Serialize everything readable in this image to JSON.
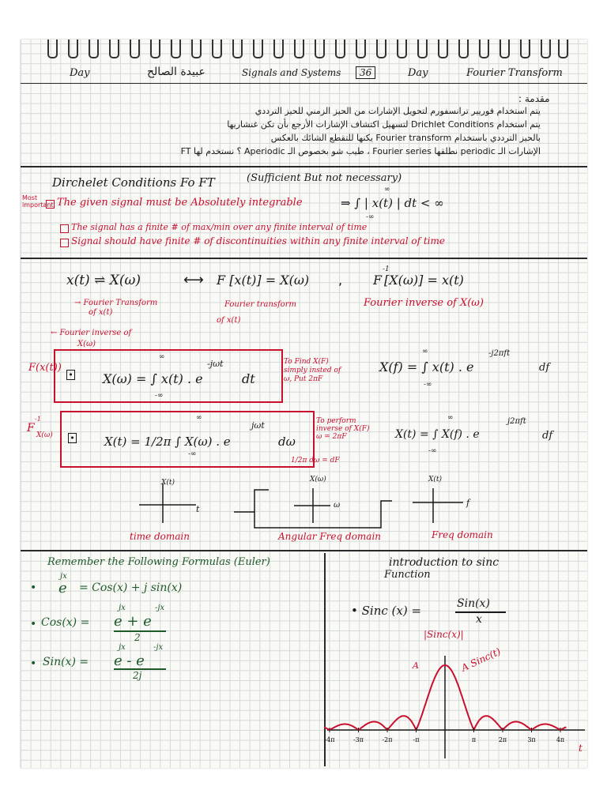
{
  "header": {
    "day_left": "Day",
    "author": "عبيدة الصالح",
    "subject": "Signals and Systems",
    "page_no": "36",
    "day_right": "Day",
    "topic": "Fourier Transform"
  },
  "intro": {
    "title": "مقدمة :",
    "l1": "يتم استخدام فوريير ترانسفورم لتحويل الإشارات من الحيز الزمني للحيز الترددي",
    "l2": "يتم استخدام Drichlet Conditions لتسهيل اكتشاف الإشارات الأرجع بأن تكن غنشاريها",
    "l3": "بالحيز الترددي باستخدام Fourier transform يكنها للتقطع الشائك بالعكس",
    "l4": "الإشارات الـ periodic نطلقها Fourier series ، طيب شو بخصوص الـ Aperiodic ؟ نستخدم لها FT"
  },
  "dirichlet": {
    "title": "Dirchelet Conditions Fo FT",
    "note": "(Sufficient But not necessary)",
    "most": "Most important",
    "c1": "The given signal must be Absolutely integrable",
    "c1_eq": "⇒ ∫ | x(t) | dt < ∞",
    "lim_top": "∞",
    "lim_bot": "-∞",
    "c2": "The signal has a finite # of max/min over any finite interval of time",
    "c3": "Signal should have finite # of discontinuities within any finite interval of time"
  },
  "pair": {
    "eq1": "x(t) ⇌ X(ω)",
    "arrow": "⟷",
    "eq2": "F [x(t)] = X(ω)",
    "comma": ",",
    "eq3": "F",
    "eq3b": "[X(ω)] = x(t)",
    "inv": "-1",
    "lbl1": "→ Fourier Transform",
    "lbl1b": "of x(t)",
    "lbl2": "Fourier transform",
    "lbl2b": "of x(t)",
    "lbl3": "Fourier inverse of X(ω)",
    "lbl4": "← Fourier inverse of",
    "lbl4b": "X(ω)"
  },
  "formulas": {
    "fwd_side": "F(x(t))",
    "fwd": "X(ω) = ∫ x(t) . e",
    "fwd_exp": "-jωt",
    "fwd_end": "dt",
    "inv_side": "F",
    "inv_side_sup": "-1",
    "inv_side_sub": "X(ω)",
    "inv": "X(t) = 1/2π ∫ X(ω) . e",
    "inv_exp": "jωt",
    "inv_end": "dω",
    "lim_top": "∞",
    "lim_bot": "-∞",
    "note1": "To Find X(F) simply insted of ω, Put 2πF",
    "note2": "To perform inverse of X(F) ω = 2πF",
    "note2b": "1/2π dω = dF",
    "f_fwd": "X(f) = ∫ x(t) . e",
    "f_fwd_exp": "-j2πft",
    "f_fwd_end": "df",
    "f_inv": "X(t) = ∫ X(f) . e",
    "f_inv_exp": "j2πft",
    "f_inv_end": "df"
  },
  "domains": {
    "d1_y": "X(t)",
    "d1_x": "t",
    "d1": "time domain",
    "d2_y": "X(ω)",
    "d2_x": "ω",
    "d2": "Angular Freq domain",
    "d3_y": "X(t)",
    "d3_x": "f",
    "d3": "Freq domain"
  },
  "euler": {
    "title": "Remember the Following Formulas (Euler)",
    "e1": "e",
    "e1_exp": "jx",
    "e1_rhs": "= Cos(x) + j sin(x)",
    "e2": "Cos(x) =",
    "e2_num": "e + e",
    "e2_num_exp1": "jx",
    "e2_num_exp2": "-jx",
    "e2_den": "2",
    "e3": "Sin(x) =",
    "e3_num": "e - e",
    "e3_num_exp1": "jx",
    "e3_num_exp2": "-jx",
    "e3_den": "2j"
  },
  "sinc": {
    "title": "introduction to sinc",
    "title2": "Function",
    "def": "• Sinc (x) =",
    "num": "Sin(x)",
    "den": "x",
    "abs": "|Sinc(x)|",
    "A": "A",
    "curve": "A Sinc(t)",
    "ticks": [
      "-4π",
      "-3π",
      "-2π",
      "-π",
      "π",
      "2π",
      "3π",
      "4π"
    ],
    "axis": "t"
  }
}
